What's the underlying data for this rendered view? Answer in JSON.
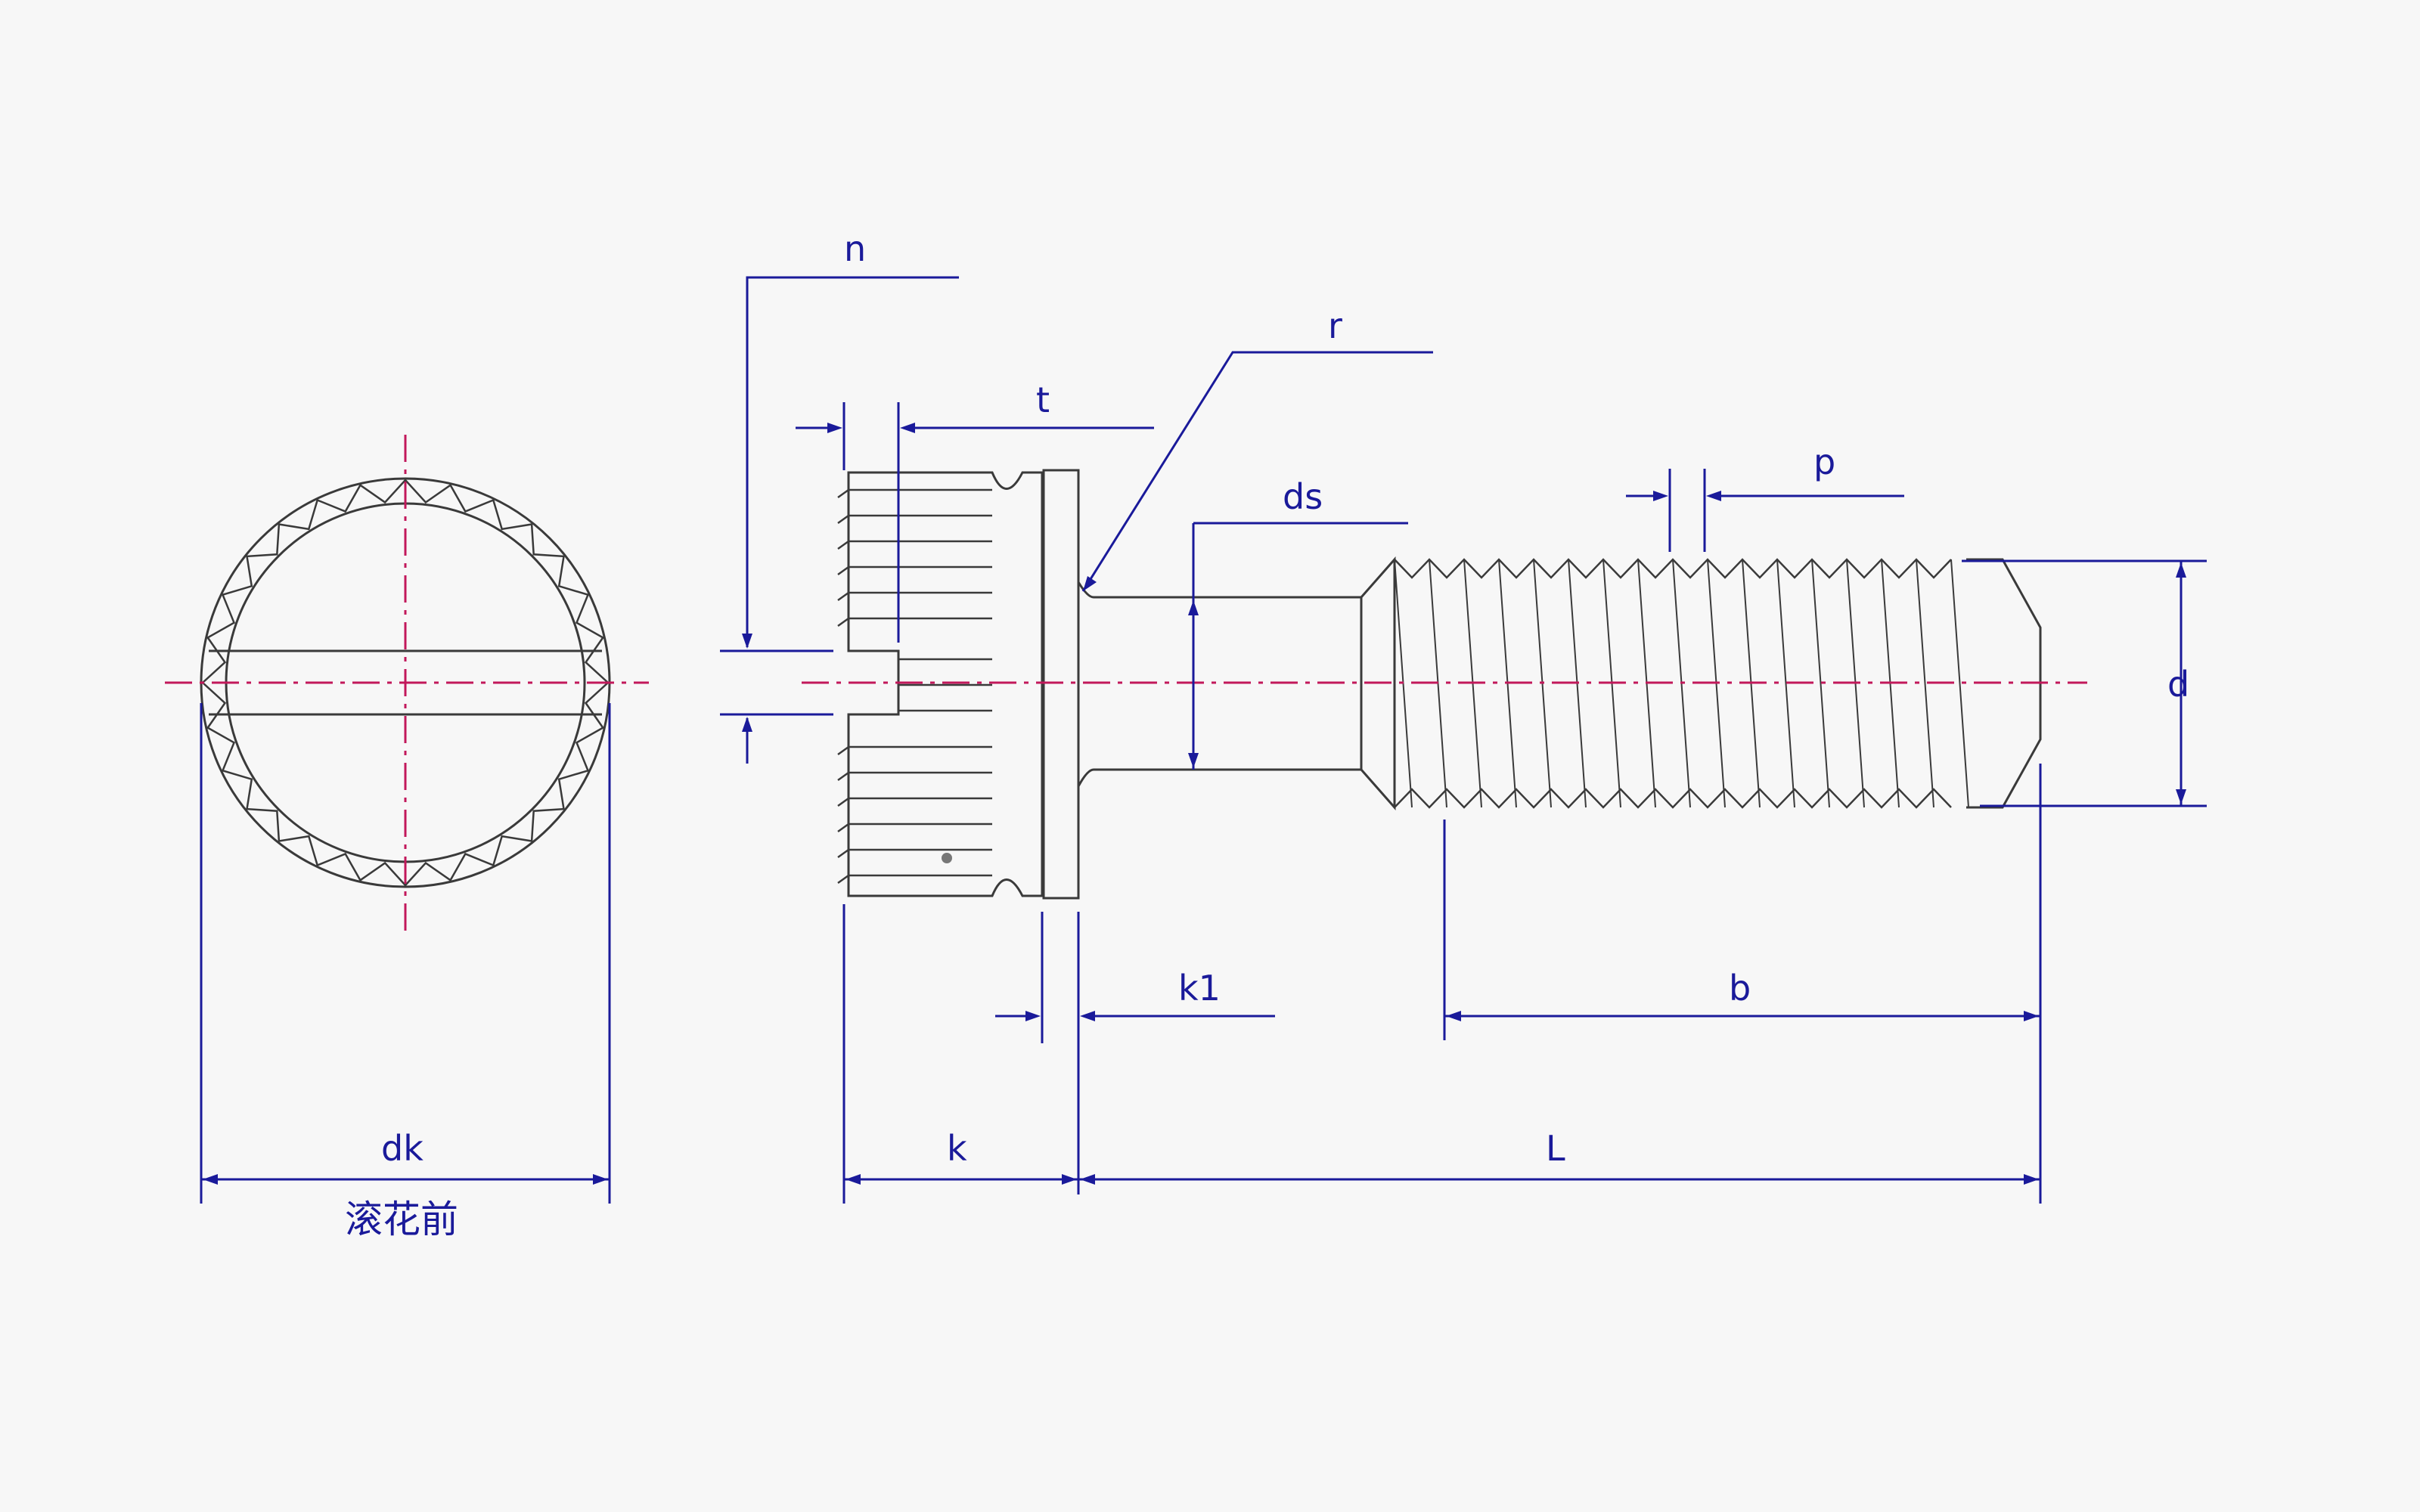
{
  "diagram": {
    "colors": {
      "background": "#f7f7f7",
      "outline": "#3a3a3a",
      "dimension": "#1a1a9a",
      "centerline": "#c2185b"
    },
    "labels": {
      "n": "n",
      "t": "t",
      "r": "r",
      "ds": "ds",
      "p": "p",
      "d": "d",
      "k1": "k1",
      "b": "b",
      "dk": "dk",
      "k": "k",
      "L": "L",
      "note": "滚花前"
    }
  }
}
